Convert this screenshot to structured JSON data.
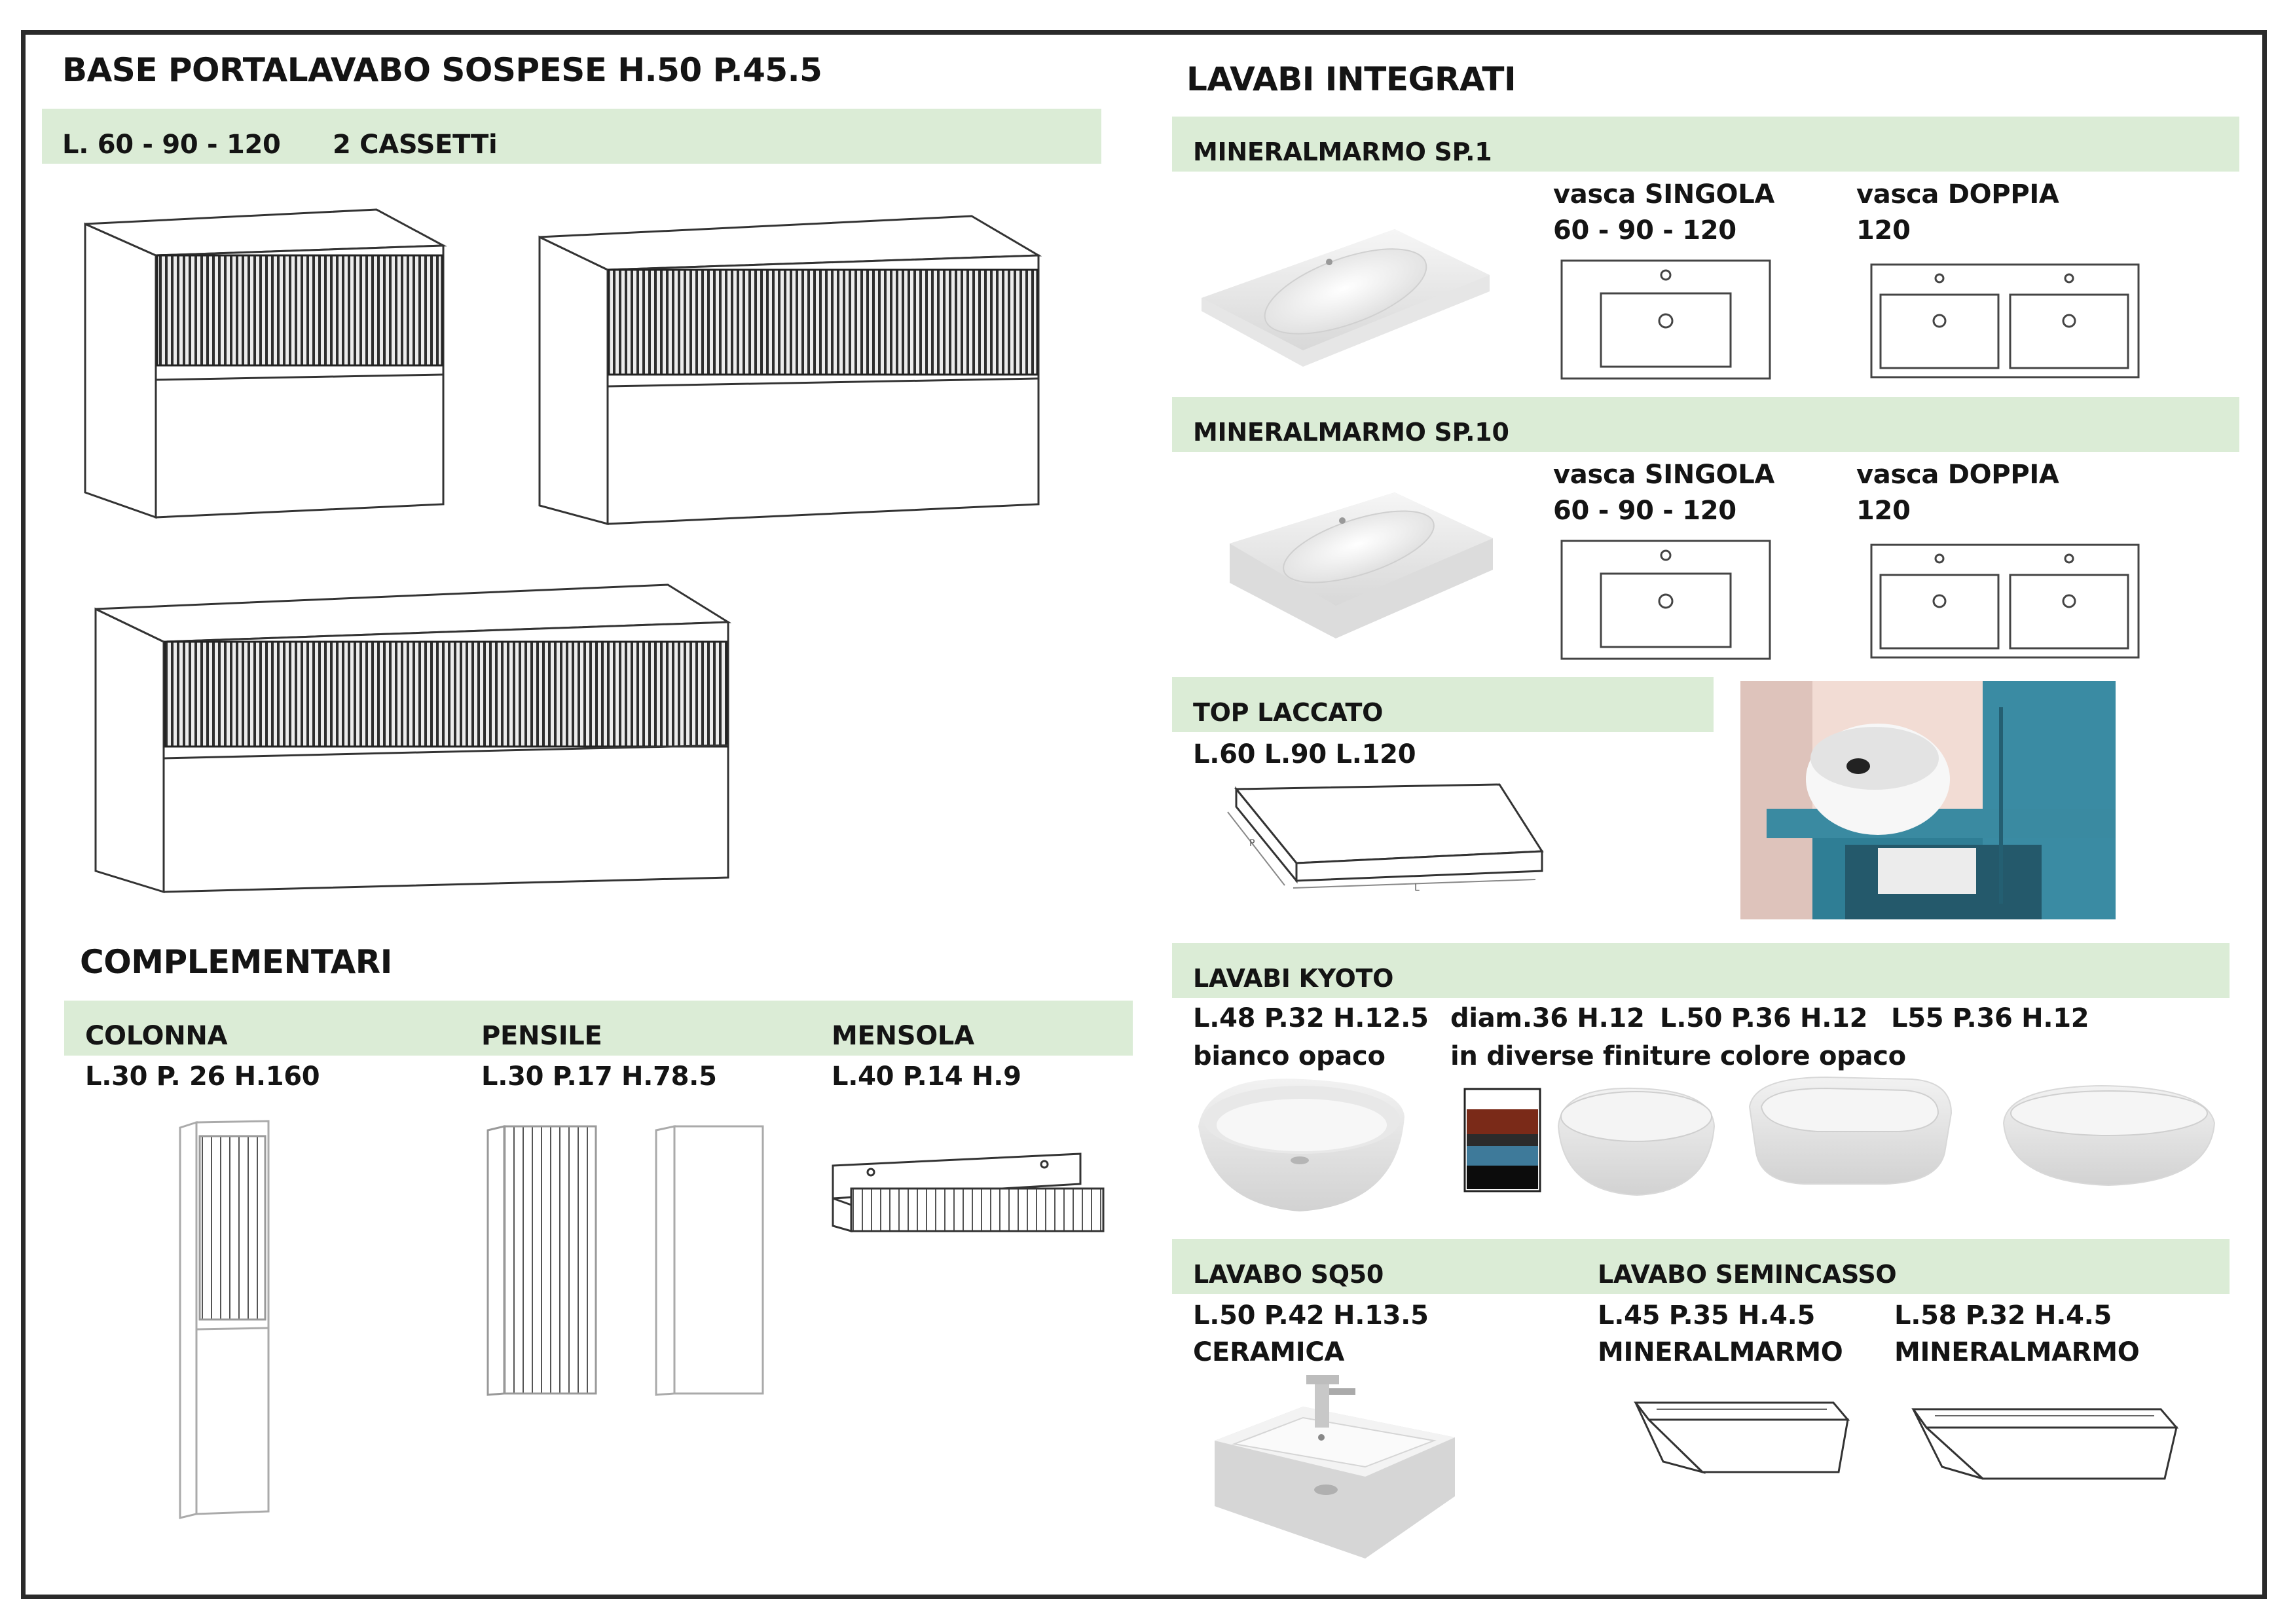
{
  "base": {
    "title": "BASE PORTALAVABO SOSPESE  H.50  P.45.5",
    "widths": "L. 60 - 90 - 120",
    "drawers": "2 CASSETTi"
  },
  "complementari": {
    "title": "COMPLEMENTARI",
    "colonna": {
      "label": "COLONNA",
      "dims": "L.30 P. 26 H.160"
    },
    "pensile": {
      "label": "PENSILE",
      "dims": "L.30 P.17 H.78.5"
    },
    "mensola": {
      "label": "MENSOLA",
      "dims": "L.40 P.14 H.9"
    }
  },
  "lavabi_integrati": {
    "title": "LAVABI INTEGRATI",
    "sp1": {
      "label": "MINERALMARMO SP.1",
      "singola_title": "vasca SINGOLA",
      "singola_sizes": "60 - 90 - 120",
      "doppia_title": "vasca DOPPIA",
      "doppia_sizes": "120"
    },
    "sp10": {
      "label": "MINERALMARMO SP.10",
      "singola_title": "vasca SINGOLA",
      "singola_sizes": "60 - 90 - 120",
      "doppia_title": "vasca DOPPIA",
      "doppia_sizes": "120"
    }
  },
  "top_laccato": {
    "label": "TOP LACCATO",
    "sizes": "L.60 L.90 L.120",
    "dim_p": "P",
    "dim_l": "L"
  },
  "kyoto": {
    "label": "LAVABI KYOTO",
    "item1_dims": "L.48 P.32 H.12.5",
    "item1_finish": "bianco opaco",
    "item2_dims": "diam.36 H.12",
    "item3_dims": "L.50 P.36 H.12",
    "item4_dims": "L55 P.36 H.12",
    "finish_note": "in diverse finiture colore opaco",
    "swatches": [
      "#ffffff",
      "#7a2a18",
      "#2b2b2b",
      "#3e7a9a",
      "#0c0c0c"
    ]
  },
  "sq50": {
    "label": "LAVABO SQ50",
    "dims": "L.50 P.42 H.13.5",
    "material": "CERAMICA"
  },
  "semincasso": {
    "label": "LAVABO SEMINCASSO",
    "a_dims": "L.45 P.35 H.4.5",
    "a_material": "MINERALMARMO",
    "b_dims": "L.58 P.32 H.4.5",
    "b_material": "MINERALMARMO"
  },
  "colors": {
    "band": "#dbecd6",
    "frame": "#2a2a2a",
    "teal": "#2f7e95"
  }
}
